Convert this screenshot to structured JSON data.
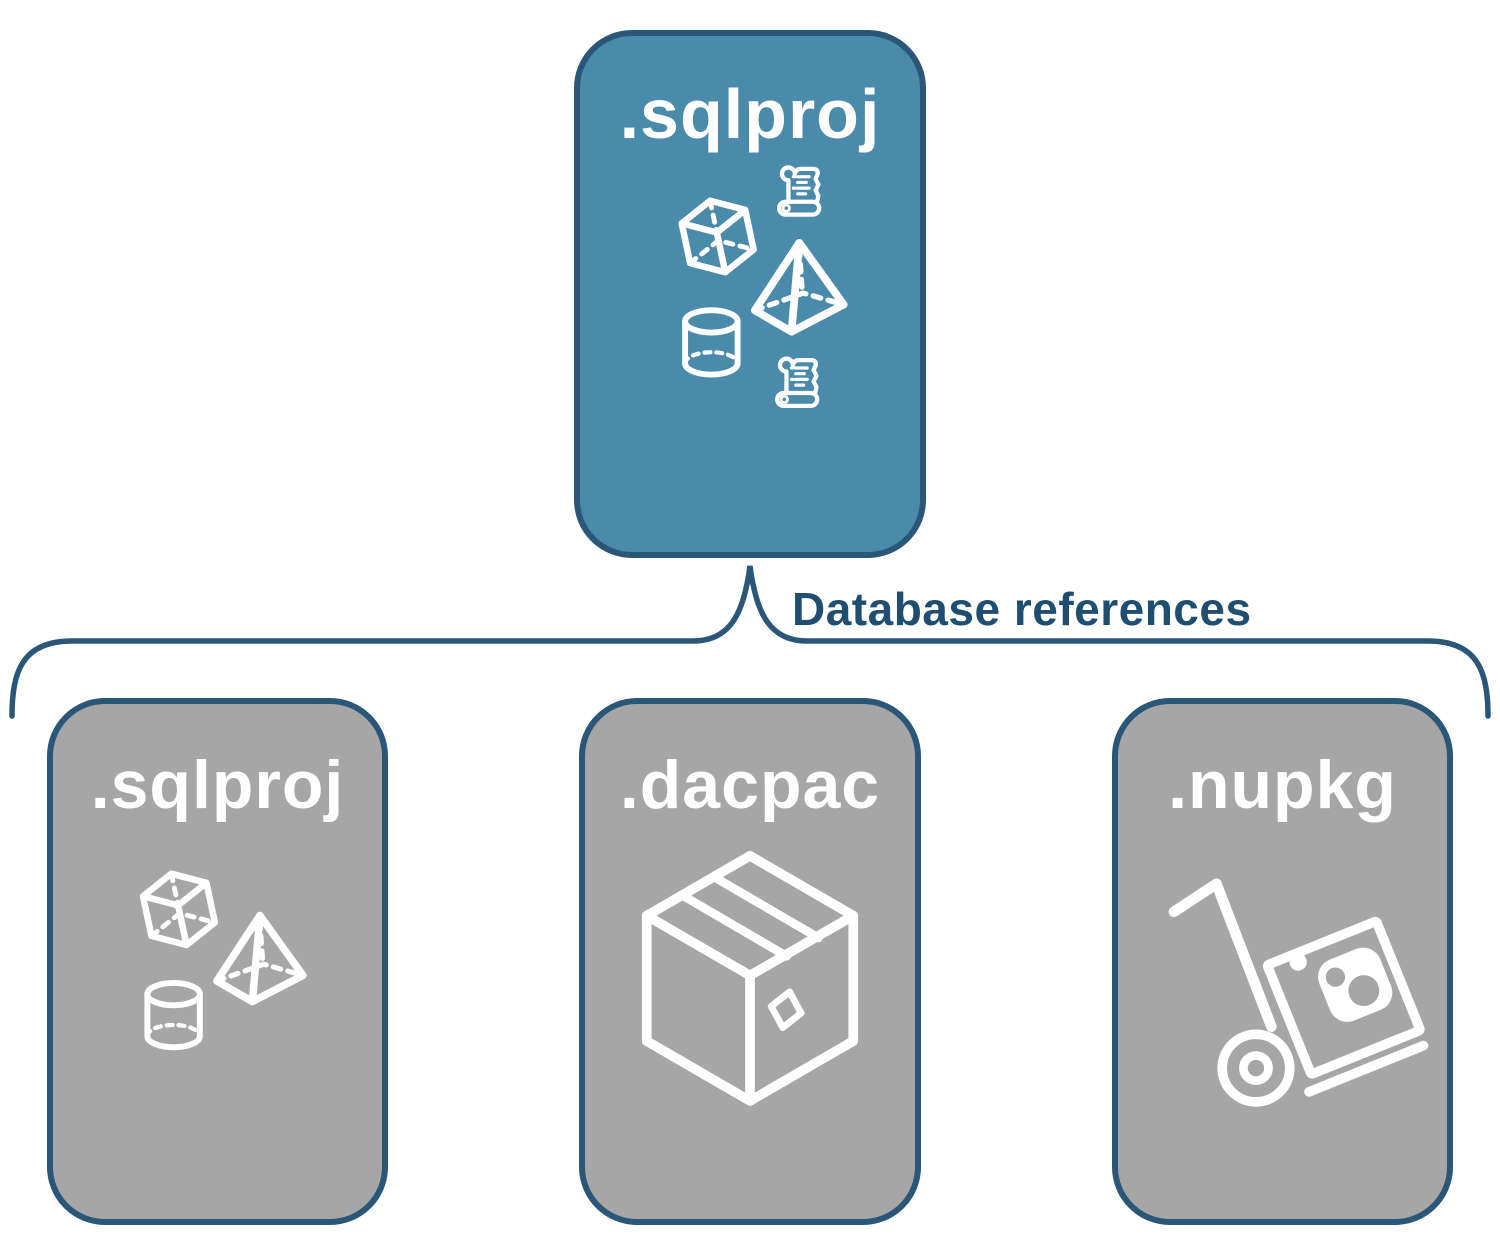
{
  "nodes": {
    "root": {
      "label": ".sqlproj",
      "icons": [
        "cube-icon",
        "script-scroll-icon",
        "pyramid-icon",
        "cylinder-icon",
        "script-scroll-icon"
      ]
    },
    "children": [
      {
        "label": ".sqlproj",
        "icons": [
          "cube-icon",
          "pyramid-icon",
          "cylinder-icon"
        ]
      },
      {
        "label": ".dacpac",
        "icons": [
          "package-box-icon"
        ]
      },
      {
        "label": ".nupkg",
        "icons": [
          "nuget-hand-truck-icon"
        ]
      }
    ]
  },
  "connector": {
    "label": "Database references"
  },
  "colors": {
    "root_fill": "#4a8bab",
    "child_fill": "#a6a6a6",
    "outline": "#2a5678",
    "connector_text": "#1f4e70",
    "icon_stroke": "#ffffff"
  }
}
